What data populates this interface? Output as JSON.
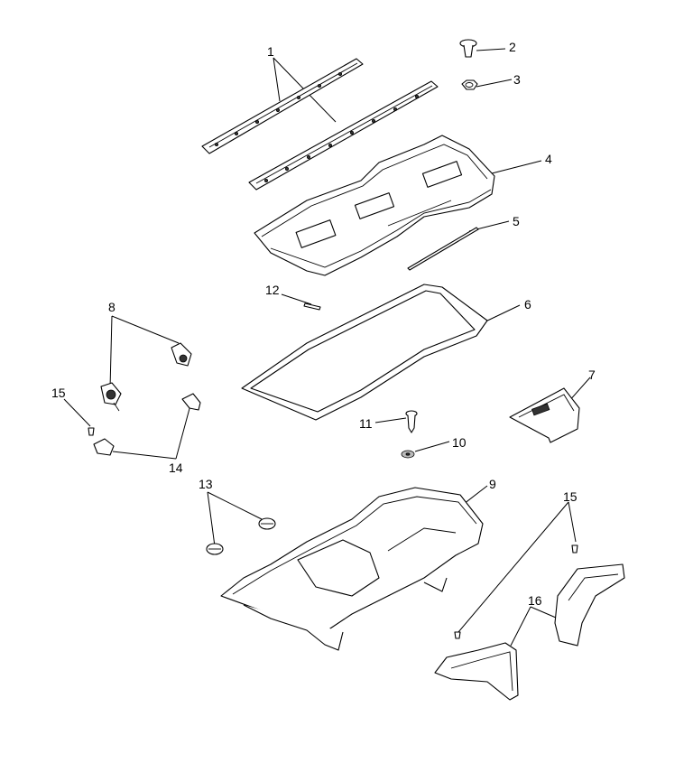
{
  "callouts": [
    "1",
    "2",
    "3",
    "4",
    "5",
    "6",
    "7",
    "8",
    "9",
    "10",
    "11",
    "12",
    "13",
    "14",
    "15",
    "15",
    "16"
  ]
}
